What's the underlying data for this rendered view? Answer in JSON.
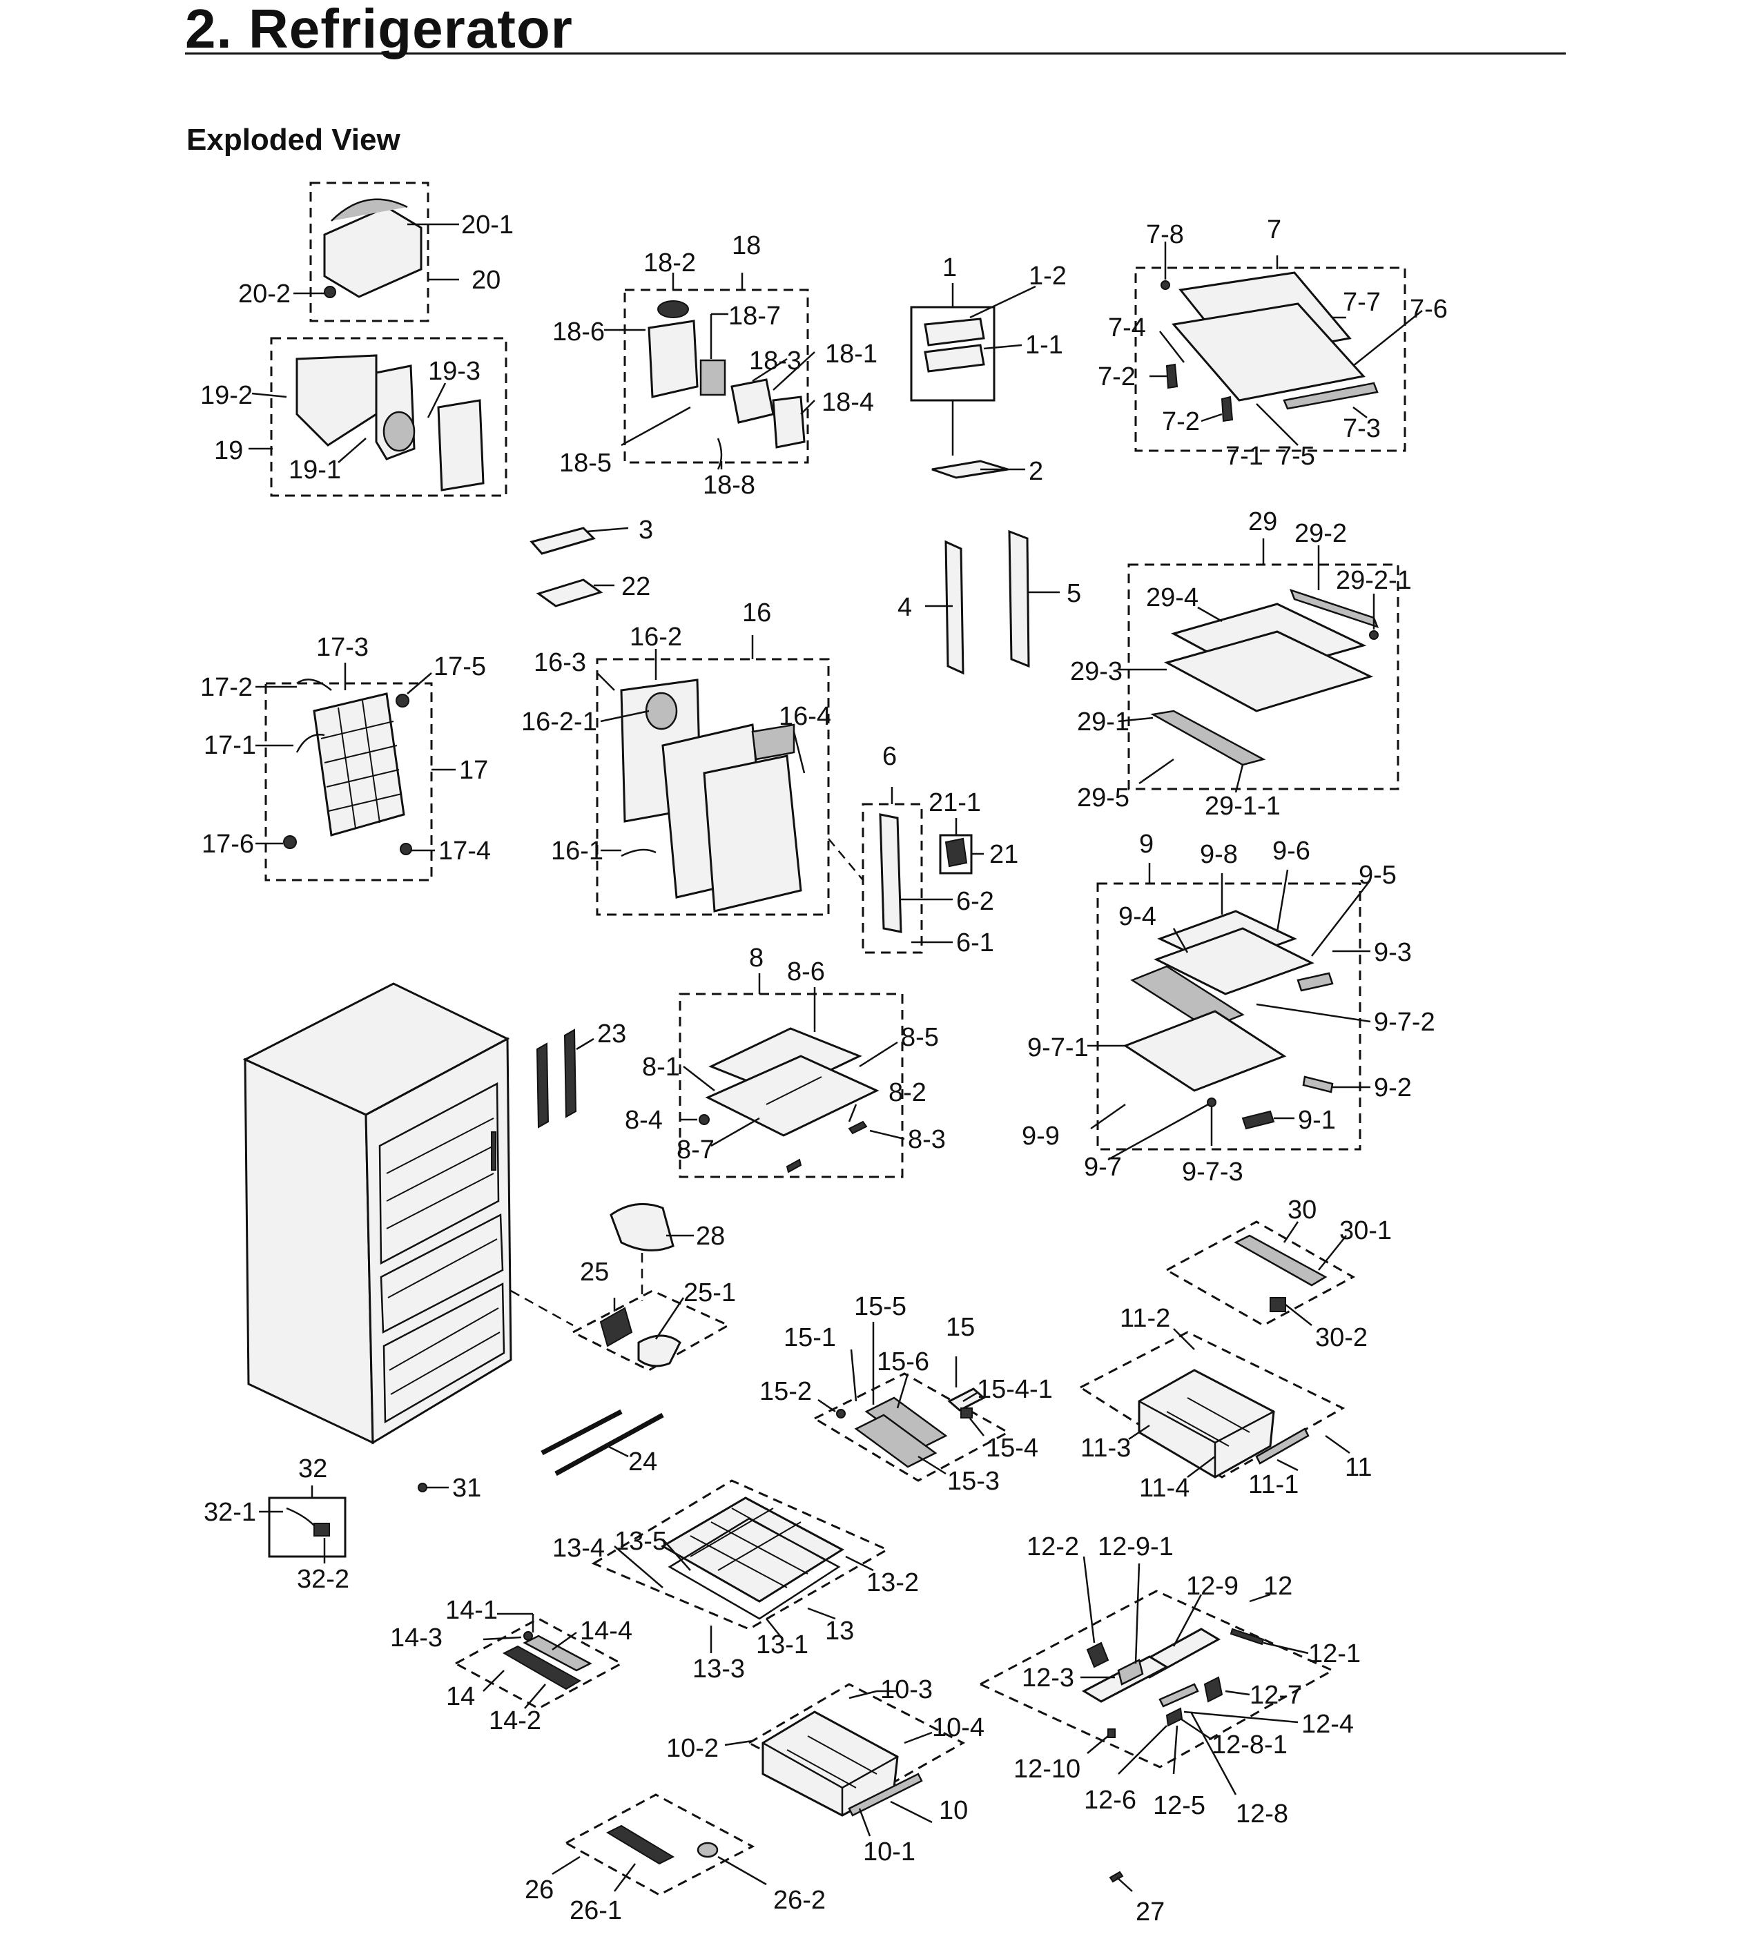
{
  "page": {
    "title": "2. Refrigerator",
    "subtitle": "Exploded View"
  },
  "labels": {
    "l1": "1",
    "l1_1": "1-1",
    "l1_2": "1-2",
    "l2": "2",
    "l3": "3",
    "l4": "4",
    "l5": "5",
    "l6": "6",
    "l6_1": "6-1",
    "l6_2": "6-2",
    "l7": "7",
    "l7_1": "7-1",
    "l7_2a": "7-2",
    "l7_2b": "7-2",
    "l7_3": "7-3",
    "l7_4": "7-4",
    "l7_5": "7-5",
    "l7_6": "7-6",
    "l7_7": "7-7",
    "l7_8": "7-8",
    "l8": "8",
    "l8_1": "8-1",
    "l8_2": "8-2",
    "l8_3": "8-3",
    "l8_4": "8-4",
    "l8_5": "8-5",
    "l8_6": "8-6",
    "l8_7": "8-7",
    "l9": "9",
    "l9_1": "9-1",
    "l9_2": "9-2",
    "l9_3": "9-3",
    "l9_4": "9-4",
    "l9_5": "9-5",
    "l9_6": "9-6",
    "l9_7": "9-7",
    "l9_7_1": "9-7-1",
    "l9_7_2": "9-7-2",
    "l9_7_3": "9-7-3",
    "l9_8": "9-8",
    "l9_9": "9-9",
    "l10": "10",
    "l10_1": "10-1",
    "l10_2": "10-2",
    "l10_3": "10-3",
    "l10_4": "10-4",
    "l11": "11",
    "l11_1": "11-1",
    "l11_2": "11-2",
    "l11_3": "11-3",
    "l11_4": "11-4",
    "l12": "12",
    "l12_1": "12-1",
    "l12_2": "12-2",
    "l12_3": "12-3",
    "l12_4": "12-4",
    "l12_5": "12-5",
    "l12_6": "12-6",
    "l12_7": "12-7",
    "l12_8": "12-8",
    "l12_8_1": "12-8-1",
    "l12_9": "12-9",
    "l12_9_1": "12-9-1",
    "l12_10": "12-10",
    "l13": "13",
    "l13_1": "13-1",
    "l13_2": "13-2",
    "l13_3": "13-3",
    "l13_4": "13-4",
    "l13_5": "13-5",
    "l14": "14",
    "l14_1": "14-1",
    "l14_2": "14-2",
    "l14_3": "14-3",
    "l14_4": "14-4",
    "l15": "15",
    "l15_1": "15-1",
    "l15_2": "15-2",
    "l15_3": "15-3",
    "l15_4": "15-4",
    "l15_4_1": "15-4-1",
    "l15_5": "15-5",
    "l15_6": "15-6",
    "l16": "16",
    "l16_1": "16-1",
    "l16_2": "16-2",
    "l16_2_1": "16-2-1",
    "l16_3": "16-3",
    "l16_4": "16-4",
    "l17": "17",
    "l17_1": "17-1",
    "l17_2": "17-2",
    "l17_3": "17-3",
    "l17_4": "17-4",
    "l17_5": "17-5",
    "l17_6": "17-6",
    "l18": "18",
    "l18_1": "18-1",
    "l18_2": "18-2",
    "l18_3": "18-3",
    "l18_4": "18-4",
    "l18_5": "18-5",
    "l18_6": "18-6",
    "l18_7": "18-7",
    "l18_8": "18-8",
    "l19": "19",
    "l19_1": "19-1",
    "l19_2": "19-2",
    "l19_3": "19-3",
    "l20": "20",
    "l20_1": "20-1",
    "l20_2": "20-2",
    "l21": "21",
    "l21_1": "21-1",
    "l22": "22",
    "l23": "23",
    "l24": "24",
    "l25": "25",
    "l25_1": "25-1",
    "l26": "26",
    "l26_1": "26-1",
    "l26_2": "26-2",
    "l27": "27",
    "l28": "28",
    "l29": "29",
    "l29_1": "29-1",
    "l29_1_1": "29-1-1",
    "l29_2": "29-2",
    "l29_2_1": "29-2-1",
    "l29_3": "29-3",
    "l29_4": "29-4",
    "l29_5": "29-5",
    "l30": "30",
    "l30_1": "30-1",
    "l30_2": "30-2",
    "l31": "31",
    "l32": "32",
    "l32_1": "32-1",
    "l32_2": "32-2"
  }
}
